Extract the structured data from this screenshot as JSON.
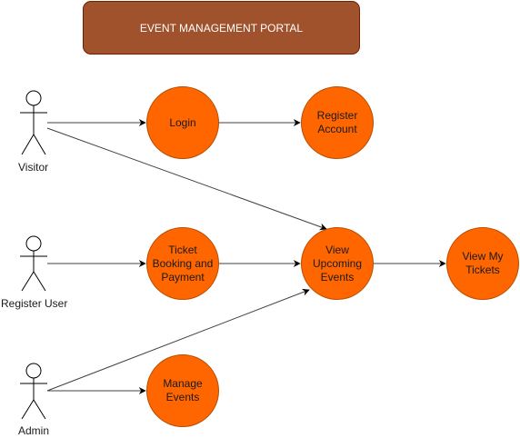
{
  "title": "EVENT MANAGEMENT PORTAL",
  "colors": {
    "title_fill": "#a0522d",
    "use_case_fill": "#ff6600",
    "line": "#404040"
  },
  "actors": {
    "visitor": "Visitor",
    "register_user": "Register User",
    "admin": "Admin"
  },
  "use_cases": {
    "login": "Login",
    "register_account": "Register\nAccount",
    "view_upcoming_events": "View\nUpcoming\nEvents",
    "ticket_booking": "Ticket\nBooking and\nPayment",
    "view_my_tickets": "View My\nTickets",
    "manage_events": "Manage\nEvents"
  }
}
